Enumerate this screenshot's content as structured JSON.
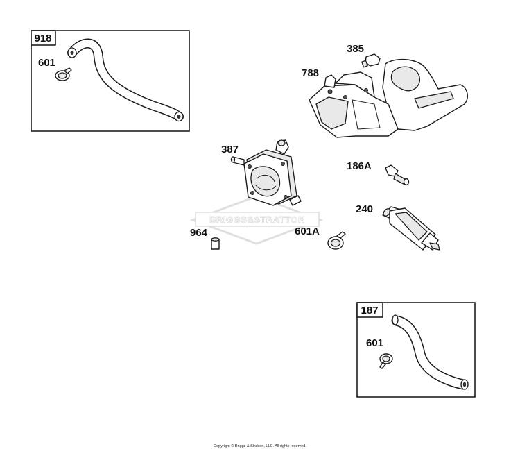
{
  "diagram": {
    "watermark": "BRIGGS&STRATTON",
    "copyright": "Copyright © Briggs & Stratton, LLC. All rights reserved.",
    "inset_top": {
      "box_label": "918",
      "clamp_label": "601"
    },
    "inset_bottom": {
      "box_label": "187",
      "clamp_label": "601"
    },
    "labels": {
      "bolt": "385",
      "bracket": "788",
      "fuel_pump": "387",
      "fitting": "186A",
      "filter": "240",
      "spacer": "964",
      "clamp": "601A"
    }
  }
}
